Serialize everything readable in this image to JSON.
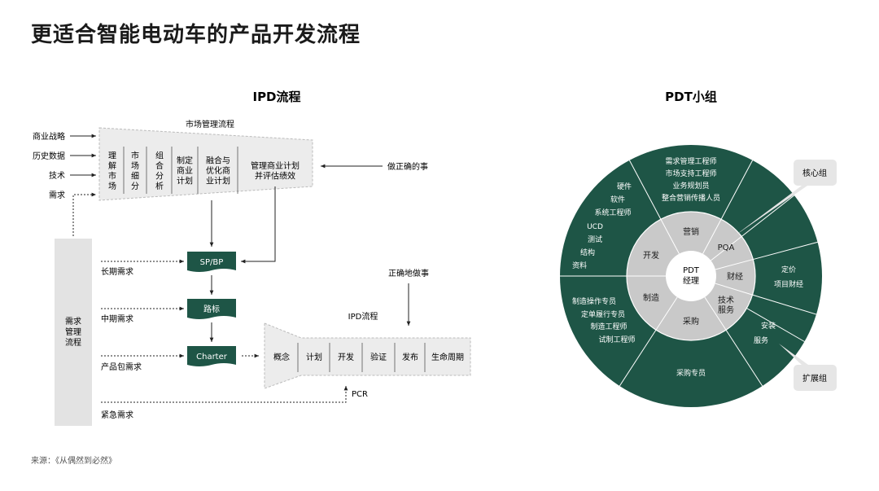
{
  "title": "更适合智能电动车的产品开发流程",
  "source": "来源：《从偶然到必然》",
  "ipd": {
    "heading": "IPD流程",
    "market_flow_label": "市场管理流程",
    "inputs": [
      "商业战略",
      "历史数据",
      "技术",
      "需求"
    ],
    "market_steps": [
      [
        "理",
        "解",
        "市",
        "场"
      ],
      [
        "市",
        "场",
        "细",
        "分"
      ],
      [
        "组",
        "合",
        "分",
        "析"
      ],
      [
        "制定",
        "商业",
        "计划"
      ],
      [
        "融合与",
        "优化商",
        "业计划"
      ],
      [
        "管理商业计划",
        "并评估绩效"
      ]
    ],
    "do_right_things": "做正确的事",
    "demand_mgmt": [
      "需求",
      "管理",
      "流程"
    ],
    "demands": [
      "长期需求",
      "中期需求",
      "产品包需求",
      "紧急需求"
    ],
    "gates": [
      "SP/BP",
      "路标",
      "Charter"
    ],
    "do_things_right": "正确地做事",
    "ipd_flow_label": "IPD流程",
    "dev_phases": [
      "概念",
      "计划",
      "开发",
      "验证",
      "发布",
      "生命周期"
    ],
    "pcr": "PCR"
  },
  "pdt": {
    "heading": "PDT小组",
    "center": [
      "PDT",
      "经理"
    ],
    "inner": {
      "marketing": "营销",
      "pqa": "PQA",
      "finance": "财经",
      "tech_service": [
        "技术",
        "服务"
      ],
      "procurement": "采购",
      "manufacturing": "制造",
      "development": "开发"
    },
    "outer": {
      "marketing": [
        "需求管理工程师",
        "市场支持工程师",
        "业务规划员",
        "整合营销传播人员"
      ],
      "development": [
        "硬件",
        "软件",
        "系统工程师",
        "UCD",
        "测试",
        "结构",
        "资料"
      ],
      "finance": [
        "定价",
        "项目财经"
      ],
      "service": [
        "安装",
        "服务"
      ],
      "procurement": [
        "采购专员"
      ],
      "manufacturing": [
        "制造操作专员",
        "定单履行专员",
        "制造工程师",
        "试制工程师"
      ]
    },
    "core_group": "核心组",
    "extended_group": "扩展组"
  },
  "colors": {
    "wheel_dark": "#1e5546",
    "inner_ring": "#c9c9c9",
    "center": "#ffffff",
    "box_fill": "#ececec",
    "gate_fill": "#1e5546"
  }
}
